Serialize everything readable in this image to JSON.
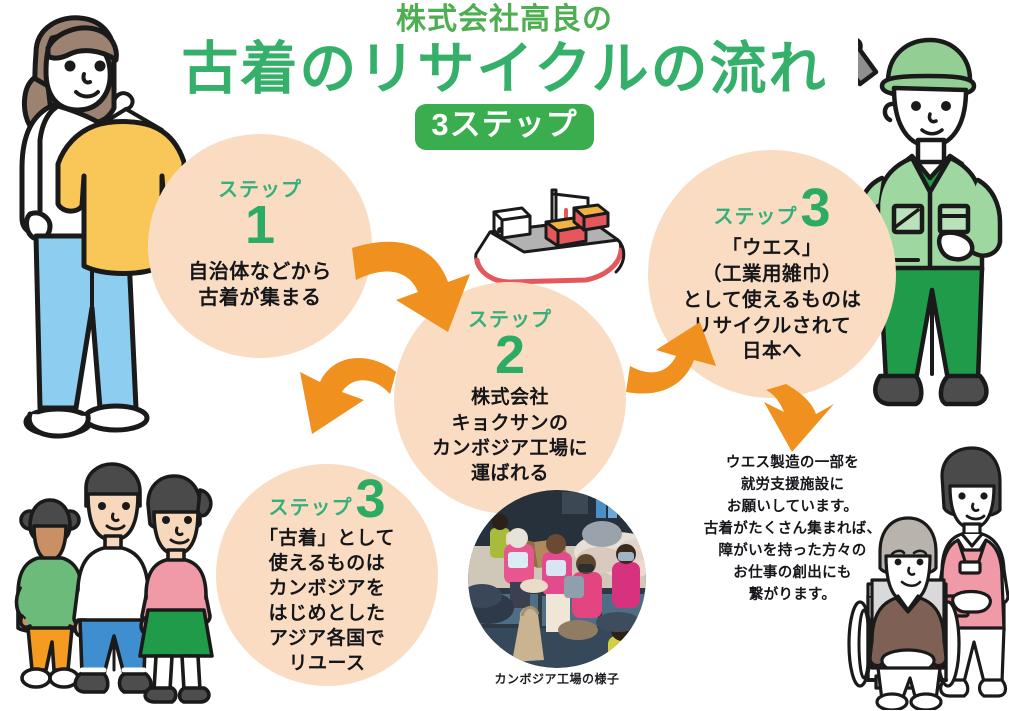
{
  "title": {
    "sub": "株式会社高良の",
    "main": "古着のリサイクルの流れ",
    "badge": "3ステップ"
  },
  "colors": {
    "title_sub_green": "#4fae51",
    "title_main_green": "#35b06a",
    "badge_green": "#3aad4e",
    "circle_peach": "#fadcc2",
    "arrow_orange": "#f0901e",
    "step_label_green": "#35b07c",
    "step_number_green": "#2bab63",
    "body_text": "#15161a"
  },
  "steps": [
    {
      "id": "step1",
      "label": "ステップ",
      "number": "1",
      "body": "自治体などから\n古着が集まる"
    },
    {
      "id": "step2",
      "label": "ステップ",
      "number": "2",
      "body": "株式会社\nキョクサンの\nカンボジア工場に\n運ばれる"
    },
    {
      "id": "step3r",
      "label": "ステップ",
      "number": "3",
      "body": "「ウエス」\n（工業用雑巾）\nとして使えるものは\nリサイクルされて\n日本へ"
    },
    {
      "id": "step3l",
      "label": "ステップ",
      "number": "3",
      "body": "「古着」として\n使えるものは\nカンボジアを\nはじめとした\nアジア各国で\nリユース"
    }
  ],
  "photo": {
    "caption": "カンボジア工場の様子"
  },
  "welfare_note": "ウエス製造の一部を\n就労支援施設に\nお願いしています。\n古着がたくさん集まれば、\n障がいを持った方々の\nお仕事の創出にも\n繋がります。",
  "illustrations": {
    "woman": "woman-holding-clothes-on-hanger",
    "worker": "factory-worker-with-wrench",
    "family": "three-people-holding-hands",
    "care": "caregiver-with-wheelchair-user",
    "ship": "cargo-ship-with-containers"
  },
  "arrows": [
    {
      "name": "arrow-step1-to-step2",
      "direction": "curve-right-down"
    },
    {
      "name": "arrow-step2-to-step3-left",
      "direction": "curve-left-down"
    },
    {
      "name": "arrow-step2-to-step3-right",
      "direction": "curve-right-up"
    },
    {
      "name": "arrow-step3-right-to-note",
      "direction": "down"
    }
  ]
}
